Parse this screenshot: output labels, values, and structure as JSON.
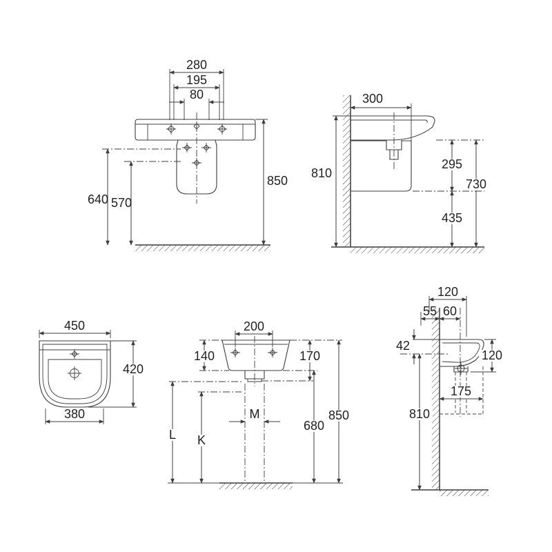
{
  "drawing": {
    "colors": {
      "line": "#3c3c3c",
      "text": "#1f1f1f",
      "background": "#ffffff"
    },
    "views": {
      "front_installation": {
        "dims": {
          "fix_outer": "280",
          "fix_mid": "195",
          "fix_inner": "80",
          "rim_height": "850",
          "h_640": "640",
          "h_570": "570"
        }
      },
      "side_installation": {
        "dims": {
          "depth": "300",
          "h_810": "810",
          "h_295": "295",
          "h_730": "730",
          "h_435": "435"
        }
      },
      "basin_front": {
        "dims": {
          "width": "450",
          "height": "420",
          "base_width": "380"
        }
      },
      "front_connections": {
        "dims": {
          "fix_span": "200",
          "h_140": "140",
          "h_170": "170",
          "pipe_span": "M",
          "h_680": "680",
          "rim_height": "850",
          "h_L": "L",
          "h_K": "K"
        }
      },
      "side_connections": {
        "dims": {
          "span_top": "120",
          "wall_55": "55",
          "wall_60": "60",
          "drop_42": "42",
          "front_120": "120",
          "depth_175": "175",
          "h_810": "810"
        }
      }
    }
  }
}
